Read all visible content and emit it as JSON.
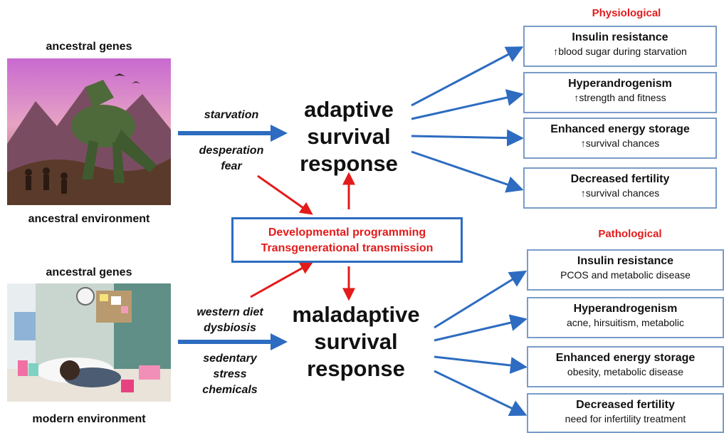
{
  "top": {
    "genes_label": "ancestral genes",
    "environment_label": "ancestral environment",
    "trigger_1": "starvation",
    "trigger_2a": "desperation",
    "trigger_2b": "fear",
    "response_lines": [
      "adaptive",
      "survival",
      "response"
    ],
    "category": "Physiological",
    "outcomes": [
      {
        "title": "Insulin resistance",
        "subtitle": "↑blood sugar during starvation"
      },
      {
        "title": "Hyperandrogenism",
        "subtitle": "↑strength and fitness"
      },
      {
        "title": "Enhanced energy storage",
        "subtitle": "↑survival chances"
      },
      {
        "title": "Decreased fertility",
        "subtitle": "↑survival chances"
      }
    ]
  },
  "center": {
    "line1": "Developmental programming",
    "line2": "Transgenerational transmission"
  },
  "bottom": {
    "genes_label": "ancestral genes",
    "environment_label": "modern environment",
    "trigger_1a": "western diet",
    "trigger_1b": "dysbiosis",
    "trigger_2a": "sedentary",
    "trigger_2b": "stress",
    "trigger_2c": "chemicals",
    "response_lines": [
      "maladaptive",
      "survival",
      "response"
    ],
    "category": "Pathological",
    "outcomes": [
      {
        "title": "Insulin resistance",
        "subtitle": "PCOS and metabolic disease"
      },
      {
        "title": "Hyperandrogenism",
        "subtitle": "acne, hirsuitism, metabolic"
      },
      {
        "title": "Enhanced energy storage",
        "subtitle": "obesity, metabolic disease"
      },
      {
        "title": "Decreased fertility",
        "subtitle": "need for infertility treatment"
      }
    ]
  },
  "colors": {
    "blue_arrow": "#2d6cc0",
    "red_arrow": "#e31b1b",
    "box_border": "#7a9cc8"
  }
}
